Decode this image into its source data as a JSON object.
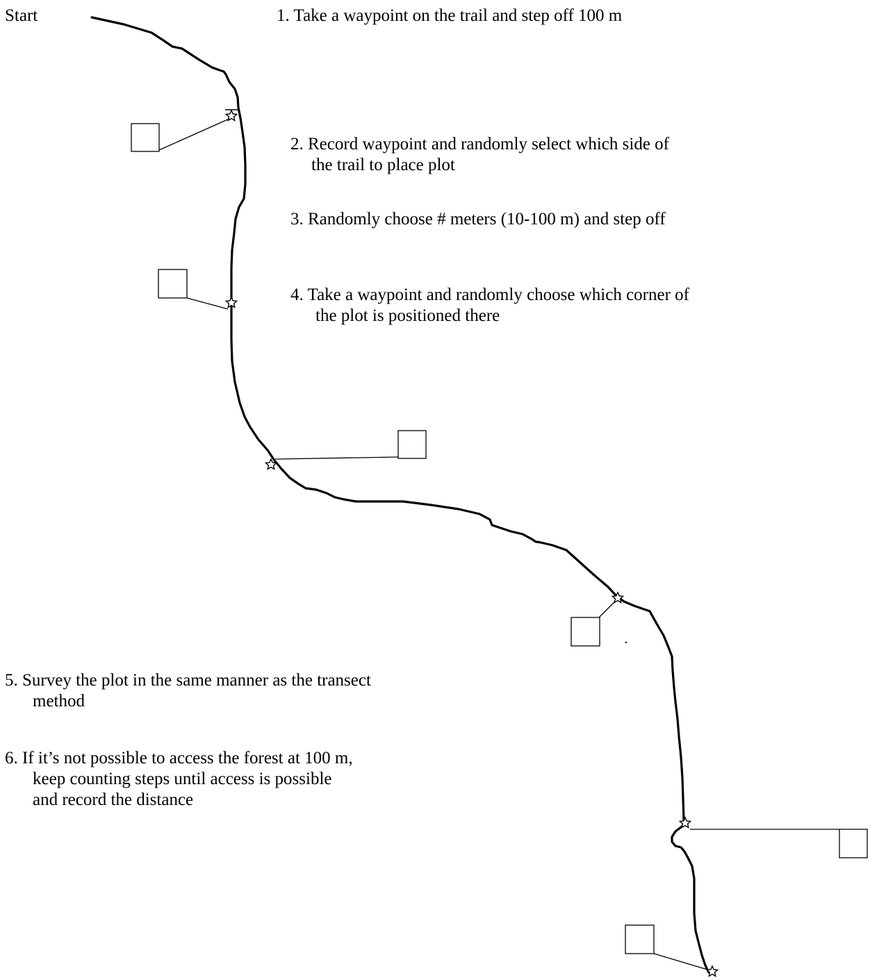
{
  "start_label": "Start",
  "steps": {
    "step1": {
      "lines": [
        "1. Take a waypoint on the trail and step off 100 m"
      ]
    },
    "step2": {
      "lines": [
        "2. Record waypoint and randomly select which side of",
        "the trail to place plot"
      ]
    },
    "step3": {
      "lines": [
        "3. Randomly choose # meters (10-100 m) and step off"
      ]
    },
    "step4": {
      "lines": [
        "4. Take a waypoint and randomly choose which corner of",
        "the plot is positioned there"
      ]
    },
    "step5": {
      "lines": [
        "5.  Survey the plot in the same manner as the transect",
        "method"
      ]
    },
    "step6": {
      "lines": [
        "6.  If it’s not possible to access the forest at 100 m,",
        "keep counting steps until access is possible",
        "and record the distance"
      ]
    }
  },
  "icons": {
    "waypoint": "star-icon",
    "plot": "square-plot"
  },
  "colors": {
    "trail": "#000000",
    "background": "#ffffff"
  }
}
